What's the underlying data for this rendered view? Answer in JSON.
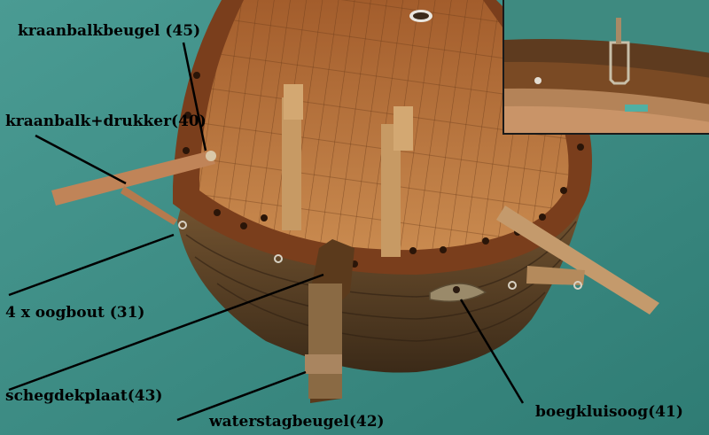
{
  "annotations": {
    "kraanbalkbeugel": "kraanbalkbeugel (45)",
    "kraanbalk_drukker": "kraanbalk+drukker(40)",
    "oogbout": "4 x oogbout (31)",
    "schegdekplaat": "schegdekplaat(43)",
    "waterstagbeugel": "waterstagbeugel(42)",
    "boegkluisoog": "boegkluisoog(41)"
  },
  "colors": {
    "background": "#3f8d86",
    "deck": "#b9743d",
    "hull_dark": "#4e3a22",
    "rail": "#7a3e1c",
    "wood_light": "#c49a6c",
    "leader_line": "#000000"
  }
}
